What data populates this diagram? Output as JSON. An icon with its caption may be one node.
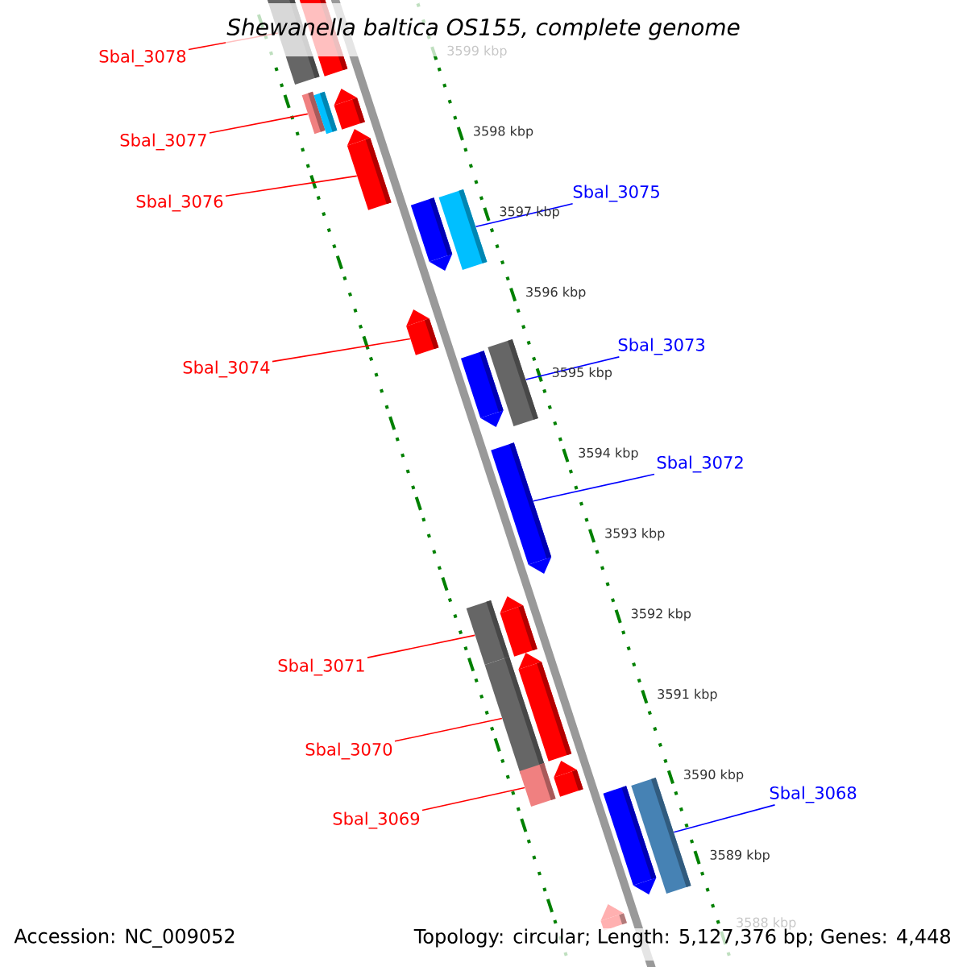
{
  "diagram": {
    "title": "Shewanella baltica OS155, complete genome",
    "nodes": [
      {
        "text": [
          "Sbal_3078"
        ]
      },
      {
        "text": [
          "Sbal_3077"
        ]
      },
      {
        "text": [
          "Sbal_3076"
        ]
      },
      {
        "text": [
          "Sbal_3075"
        ]
      },
      {
        "text": [
          "Sbal_3074"
        ]
      },
      {
        "text": [
          "Sbal_3073"
        ]
      },
      {
        "text": [
          "Sbal_3072"
        ]
      },
      {
        "text": [
          "Sbal_3071"
        ]
      },
      {
        "text": [
          "Sbal_3070"
        ]
      },
      {
        "text": [
          "Sbal_3069"
        ]
      },
      {
        "text": [
          "Sbal_3068"
        ]
      },
      {
        "text": [],
        "shape": "pentagon"
      },
      {
        "text": [],
        "shape": "pentagon"
      },
      {
        "text": [],
        "shape": "pentagon"
      },
      {
        "text": [],
        "shape": "box"
      },
      {
        "text": [],
        "shape": "box"
      },
      {
        "text": [],
        "shape": "pentagon"
      },
      {
        "text": [],
        "shape": "box"
      },
      {
        "text": [],
        "shape": "pentagon"
      },
      {
        "text": [],
        "shape": "pentagon"
      },
      {
        "text": [],
        "shape": "box"
      },
      {
        "text": [],
        "shape": "pentagon"
      },
      {
        "text": [],
        "shape": "pentagon"
      },
      {
        "text": [],
        "shape": "pentagon"
      },
      {
        "text": [],
        "shape": "box"
      },
      {
        "text": [],
        "shape": "pentagon"
      },
      {
        "text": [],
        "shape": "box"
      },
      {
        "text": [],
        "shape": "pentagon"
      },
      {
        "text": [],
        "shape": "box"
      },
      {
        "text": [],
        "shape": "box"
      },
      {
        "text": [],
        "shape": "pentagon"
      },
      {
        "text": [],
        "shape": "pentagon"
      }
    ],
    "edges": [
      {
        "from": 0,
        "to": 11,
        "arrow": "none"
      },
      {
        "from": 1,
        "to": 14,
        "arrow": "none"
      },
      {
        "from": 2,
        "to": 16,
        "arrow": "none"
      },
      {
        "from": 3,
        "to": 17,
        "arrow": "none",
        "color": "#0000ff"
      },
      {
        "from": 4,
        "to": 19,
        "arrow": "none"
      },
      {
        "from": 5,
        "to": 20,
        "arrow": "none",
        "color": "#0000ff"
      },
      {
        "from": 6,
        "to": 22,
        "arrow": "none",
        "color": "#0000ff"
      },
      {
        "from": 7,
        "to": 24,
        "arrow": "none"
      },
      {
        "from": 8,
        "to": 26,
        "arrow": "none"
      },
      {
        "from": 9,
        "to": 28,
        "arrow": "none"
      },
      {
        "from": 10,
        "to": 29,
        "arrow": "none",
        "color": "#0000ff"
      }
    ],
    "labels": [
      "3599 kbp",
      "3598 kbp",
      "3597 kbp",
      "3596 kbp",
      "3595 kbp",
      "3594 kbp",
      "3593 kbp",
      "3592 kbp",
      "3591 kbp",
      "3590 kbp",
      "3589 kbp",
      "3588 kbp",
      "Accession: NC_009052",
      "Topology: circular; Length: 5,127,376 bp; Genes: 4,448"
    ]
  }
}
